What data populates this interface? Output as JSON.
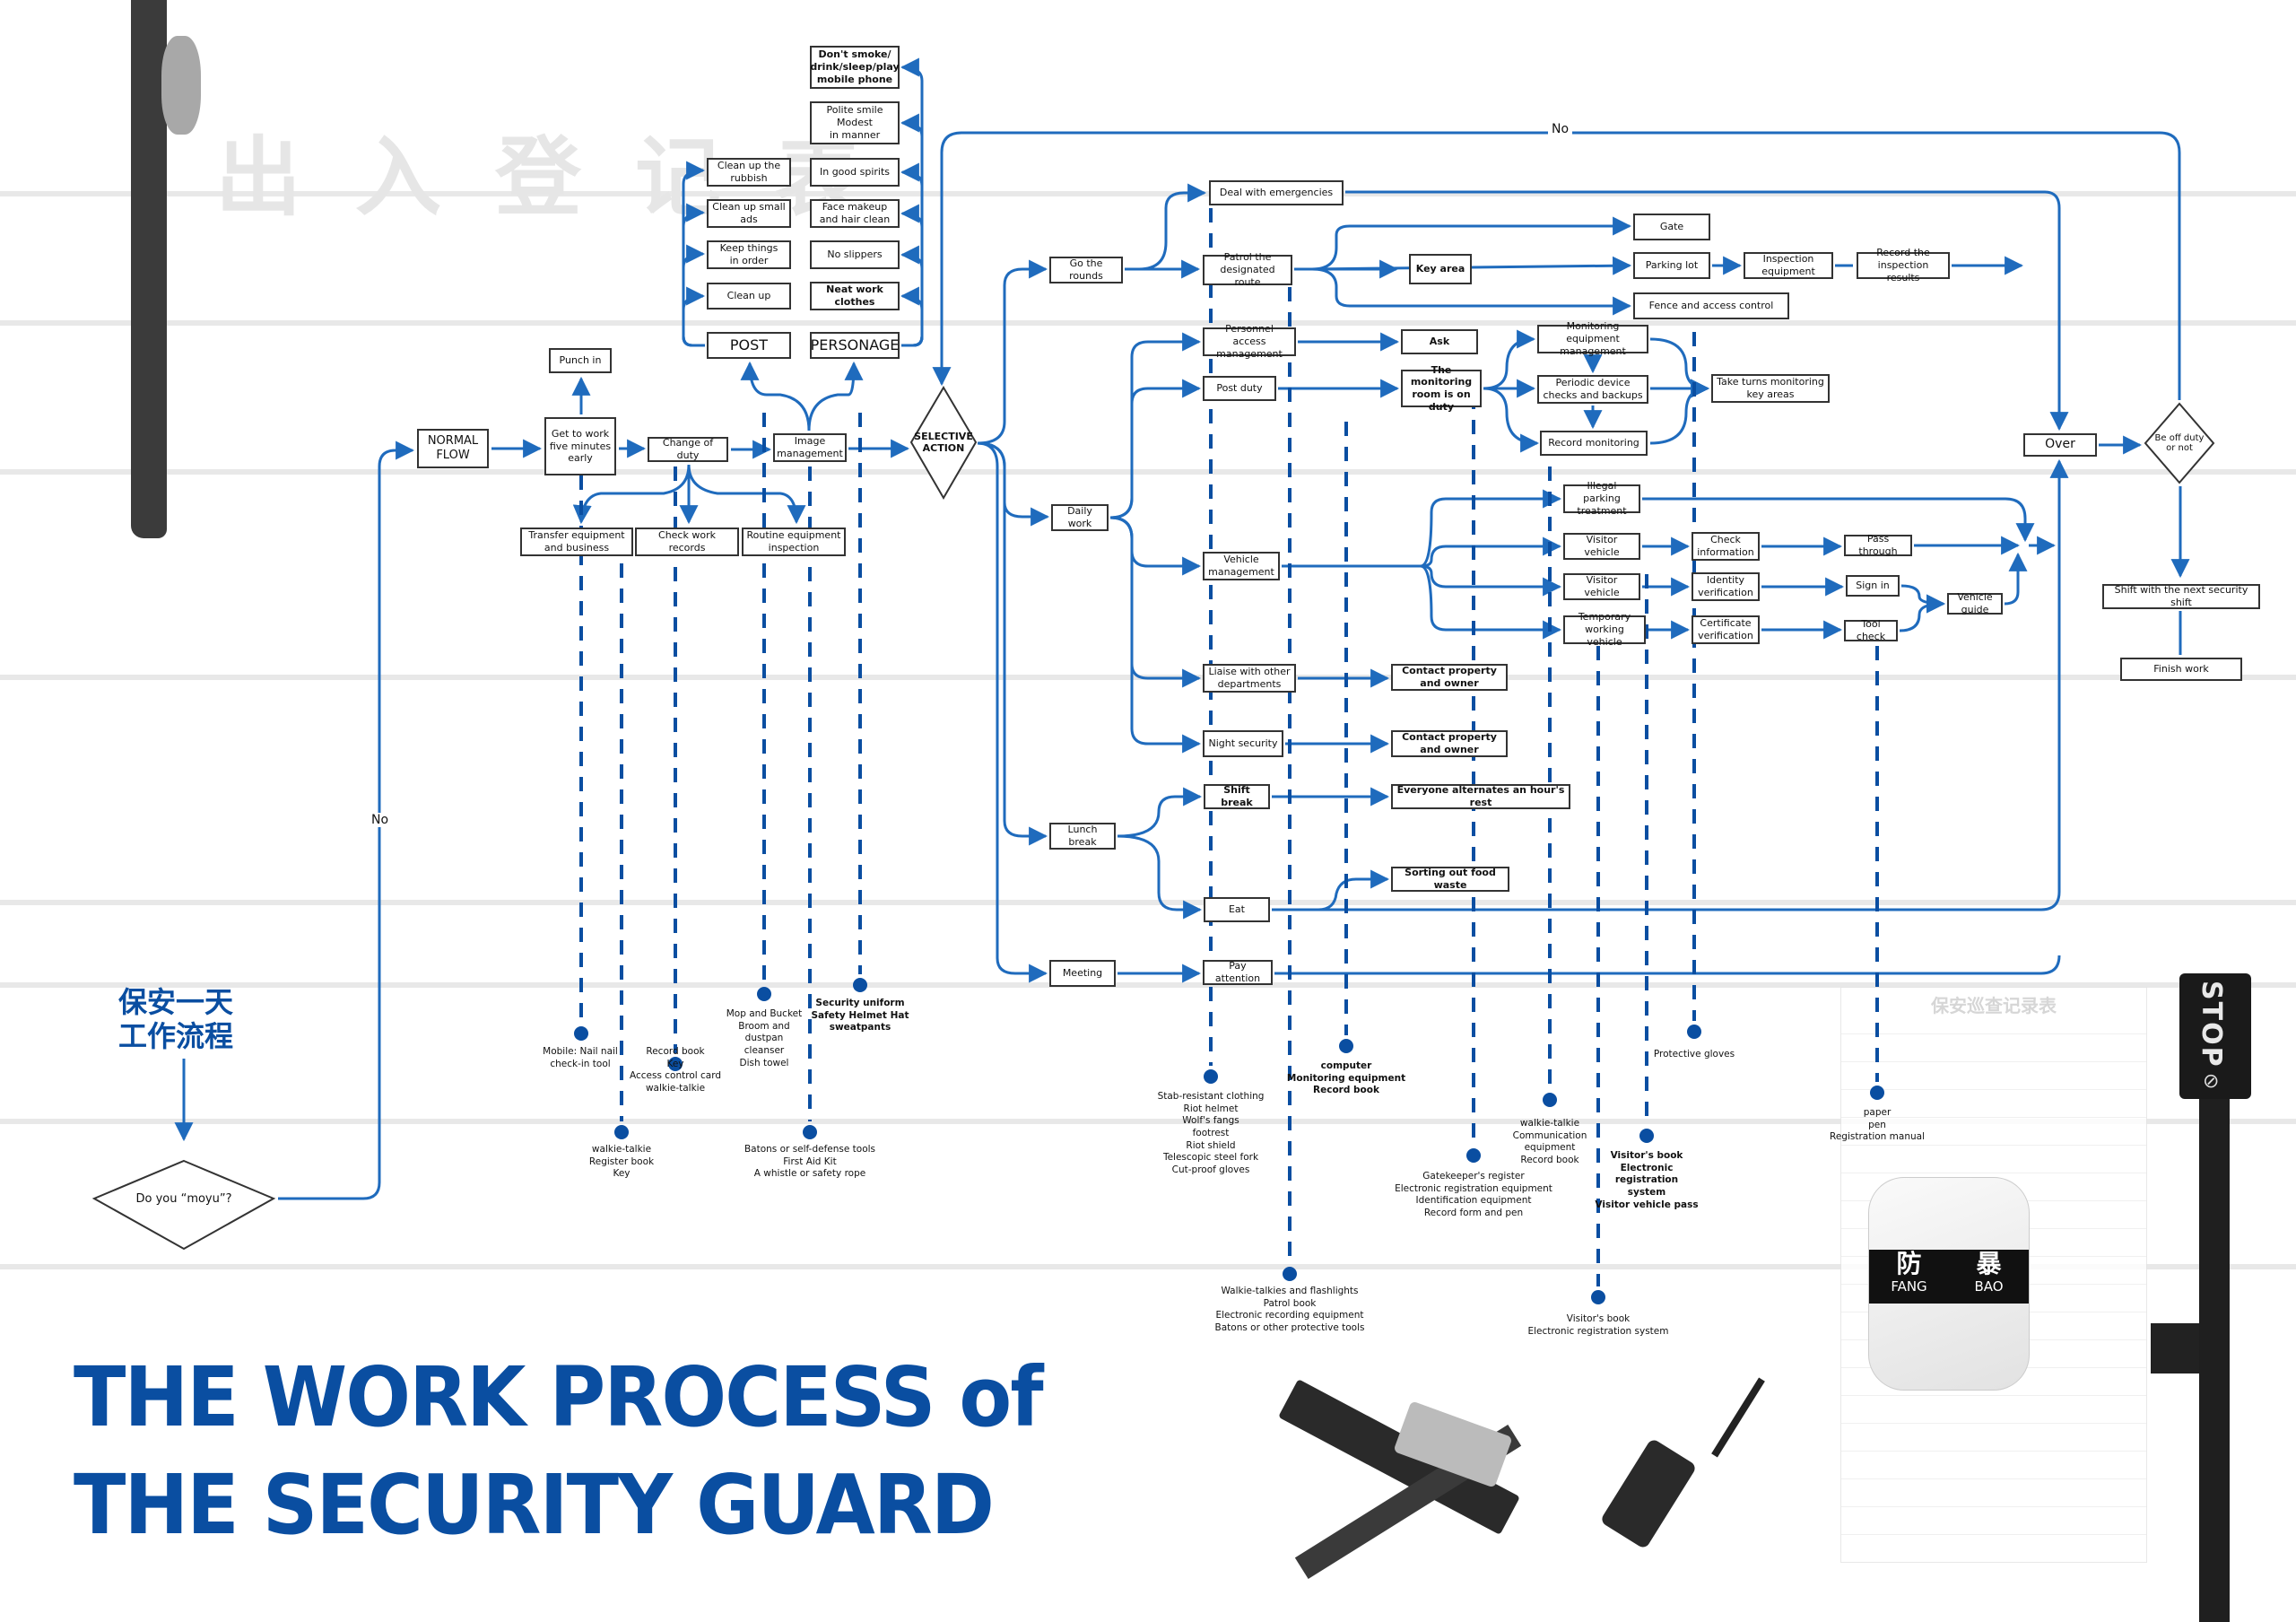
{
  "title": {
    "line1": "THE WORK PROCESS of",
    "line2": "THE SECURITY GUARD",
    "cn_line1": "保安一天",
    "cn_line2": "工作流程"
  },
  "colors": {
    "accent": "#0a4ea1",
    "line": "#1f6bbd",
    "box_border": "#333333"
  },
  "background": {
    "ghost_text": "出入登记表"
  },
  "start": {
    "decision": "Do you “moyu”?",
    "no_label": "No"
  },
  "flow": {
    "normal_flow": "NORMAL\nFLOW",
    "get_to_work": "Get to work\nfive minutes\nearly",
    "punch_in": "Punch in",
    "change_of_duty": "Change of duty",
    "transfer_equipment": "Transfer equipment\nand business",
    "check_work_records": "Check work records",
    "routine_inspection": "Routine equipment\ninspection",
    "image_management": "Image\nmanagement",
    "post": "POST",
    "personage": "PERSONAGE",
    "post_items": [
      "Clean up the\nrubbish",
      "Clean up small\nads",
      "Keep things\nin order",
      "Clean up"
    ],
    "personage_items": [
      "Don't smoke/\ndrink/sleep/play\nmobile phone",
      "Polite smile\nModest\nin manner",
      "In good spirits",
      "Face makeup\nand hair clean",
      "No slippers",
      "Neat work\nclothes"
    ],
    "selective_action": "SELECTIVE\nACTION",
    "go_rounds": "Go the rounds",
    "daily_work": "Daily work",
    "lunch_break": "Lunch break",
    "meeting": "Meeting",
    "deal_emergencies": "Deal with emergencies",
    "patrol_route": "Patrol the\ndesignated route",
    "key_area": "Key area",
    "gate": "Gate",
    "parking_lot": "Parking lot",
    "inspection_equipment": "Inspection equipment",
    "record_inspection": "Record the\ninspection results",
    "fence": "Fence and access control",
    "personnel_access": "Personnel access\nmanagement",
    "ask": "Ask",
    "post_duty": "Post duty",
    "monitoring_room": "The monitoring\nroom is on duty",
    "monitoring_equipment": "Monitoring equipment\nmanagement",
    "periodic_checks": "Periodic device\nchecks and backups",
    "record_monitoring": "Record monitoring",
    "take_turns": "Take turns monitoring\nkey areas",
    "vehicle_management": "Vehicle\nmanagement",
    "illegal_parking": "Illegal parking\ntreatment",
    "visitor_vehicle_1": "Visitor vehicle",
    "visitor_vehicle_2": "Visitor vehicle",
    "temporary_vehicle": "Temporary\nworking vehicle",
    "check_information": "Check\ninformation",
    "identity_verification": "Identity\nverification",
    "certificate_verification": "Certificate\nverification",
    "pass_through": "Pass through",
    "sign_in": "Sign in",
    "tool_check": "Tool check",
    "vehicle_guide": "Vehicle guide",
    "liaise": "Liaise with other\ndepartments",
    "contact_1": "Contact property and owner",
    "night_security": "Night security",
    "contact_2": "Contact property and owner",
    "shift_break": "Shift break",
    "alternate_rest": "Everyone alternates an hour's rest",
    "eat": "Eat",
    "food_waste": "Sorting out food waste",
    "pay_attention": "Pay attention",
    "over": "Over",
    "off_duty": "Be off duty\nor not",
    "no_label": "No",
    "shift_next": "Shift with the next security shift",
    "finish_work": "Finish work"
  },
  "tools": [
    {
      "text": "Mobile: Nail nail\ncheck-in tool",
      "bold": false
    },
    {
      "text": "walkie-talkie\nRegister book\nKey",
      "bold": false
    },
    {
      "text": "Record book\nKey\nAccess control card\nwalkie-talkie",
      "bold": false
    },
    {
      "text": "Mop and Bucket\nBroom and\ndustpan\ncleanser\nDish towel",
      "bold": false
    },
    {
      "text": "Batons or self-defense tools\nFirst Aid Kit\nA whistle or safety rope",
      "bold": false
    },
    {
      "text": "Security uniform\nSafety Helmet Hat\nsweatpants",
      "bold": true
    },
    {
      "text": "Stab-resistant clothing\nRiot helmet\nWolf's fangs\nfootrest\nRiot shield\nTelescopic steel fork\nCut-proof gloves",
      "bold": false
    },
    {
      "text": "Walkie-talkies and flashlights\nPatrol book\nElectronic recording equipment\nBatons or other protective tools",
      "bold": false
    },
    {
      "text": "computer\nMonitoring equipment\nRecord book",
      "bold": true
    },
    {
      "text": "Gatekeeper's register\nElectronic registration equipment\nIdentification equipment\nRecord form and pen",
      "bold": false
    },
    {
      "text": "walkie-talkie\nCommunication\nequipment\nRecord book",
      "bold": false
    },
    {
      "text": "Visitor's book\nElectronic registration system",
      "bold": false
    },
    {
      "text": "Visitor's book\nElectronic\nregistration\nsystem\nVisitor vehicle pass",
      "bold": true
    },
    {
      "text": "Protective gloves",
      "bold": false
    },
    {
      "text": "paper\npen\nRegistration manual",
      "bold": false
    }
  ],
  "photos": {
    "stop_sign": "STOP",
    "shield_cn_1": "防",
    "shield_cn_2": "暴",
    "shield_en_1": "FANG",
    "shield_en_2": "BAO",
    "record_sheet_title": "保安巡查记录表"
  }
}
